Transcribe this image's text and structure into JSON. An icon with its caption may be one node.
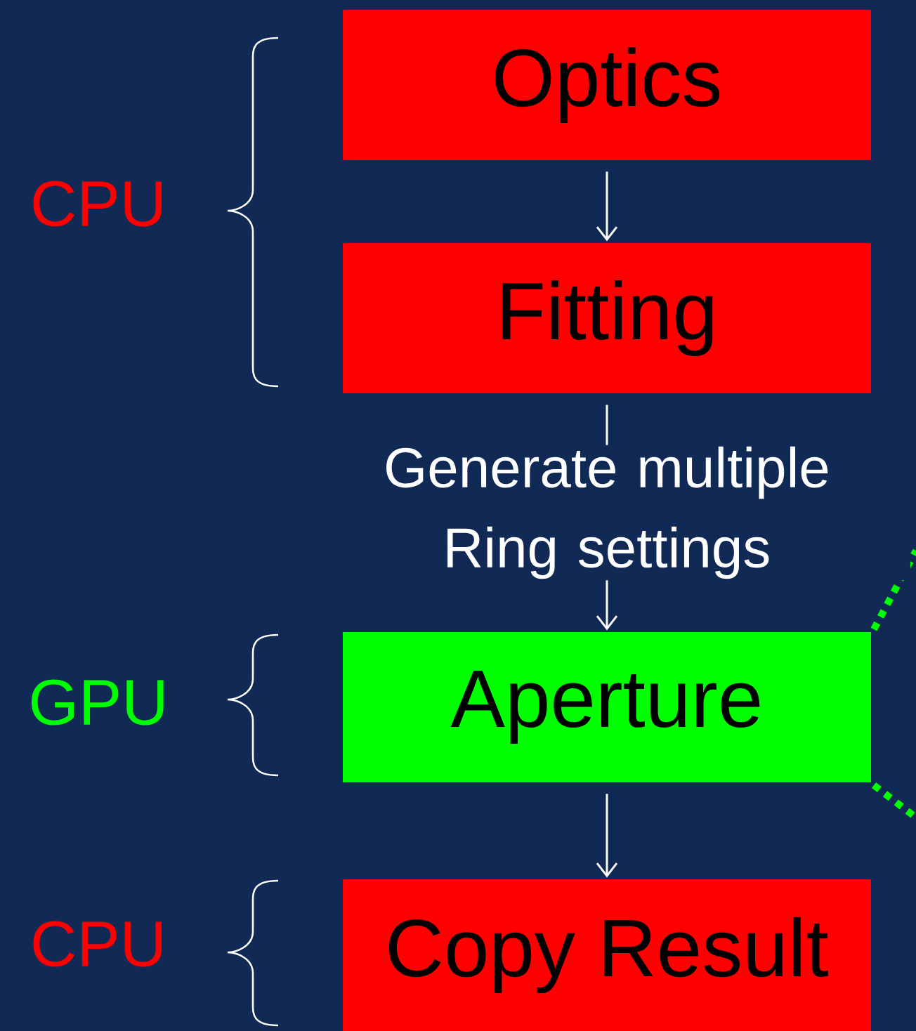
{
  "diagram": {
    "nodes": [
      {
        "text": [
          "Optics"
        ]
      },
      {
        "text": [
          "Fitting"
        ]
      },
      {
        "text": [
          "Aperture"
        ]
      },
      {
        "text": [
          "Copy Result"
        ]
      }
    ],
    "edges": [
      {
        "from": 0,
        "to": 1,
        "arrow": "to"
      },
      {
        "from": 1,
        "to": 2,
        "arrow": "to",
        "label": "Generate multiple Ring settings"
      },
      {
        "from": 2,
        "to": 3,
        "arrow": "to"
      }
    ],
    "labels": [
      "CPU",
      "GPU",
      "CPU"
    ]
  }
}
